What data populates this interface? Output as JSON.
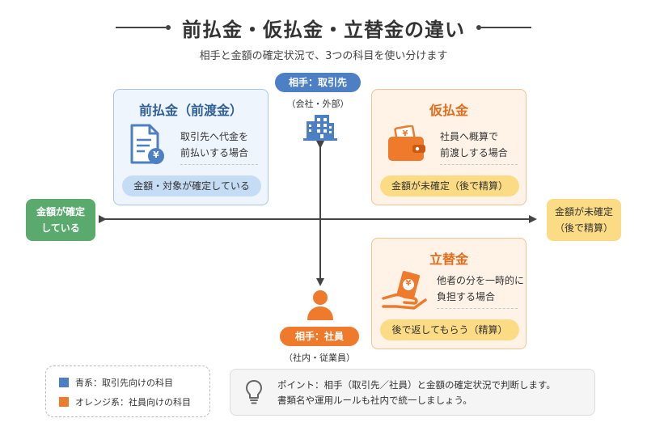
{
  "header": {
    "title": "前払金・仮払金・立替金の違い",
    "subtitle": "相手と金額の確定状況で、3つの科目を使い分けます"
  },
  "parties": {
    "top": {
      "label": "相手：取引先",
      "sub": "（会社・外部）"
    },
    "bottom": {
      "label": "相手：社員",
      "sub": "（社内・従業員）"
    }
  },
  "axis": {
    "left": {
      "line1": "金額が確定",
      "line2": "している"
    },
    "right": {
      "line1": "金額が未確定",
      "line2": "（後で精算）"
    }
  },
  "cards": {
    "maebarai": {
      "title": "前払金（前渡金）",
      "desc_line1": "取引先へ代金を",
      "desc_line2": "前払いする場合",
      "pill": "金額・対象が確定している",
      "icon_glyph": "¥"
    },
    "karibarai": {
      "title": "仮払金",
      "desc_line1": "社員へ概算で",
      "desc_line2": "前渡しする場合",
      "pill": "金額が未確定（後で精算）",
      "icon_glyph": "¥"
    },
    "tatekae": {
      "title": "立替金",
      "desc_line1": "他者の分を一時的に",
      "desc_line2": "負担する場合",
      "pill": "後で返してもらう（精算）",
      "icon_glyph": "¥"
    }
  },
  "legend": {
    "blue": "青系：取引先向けの科目",
    "orange": "オレンジ系：社員向けの科目"
  },
  "note": {
    "line1": "ポイント：相手（取引先／社員）と金額の確定状況で判断します。",
    "line2": "書類名や運用ルールも社内で統一しましょう。"
  },
  "colors": {
    "blue": "#4c7fc4",
    "orange": "#ef7a2c",
    "green": "#5aaa6e",
    "yellow": "#fbdc85"
  }
}
